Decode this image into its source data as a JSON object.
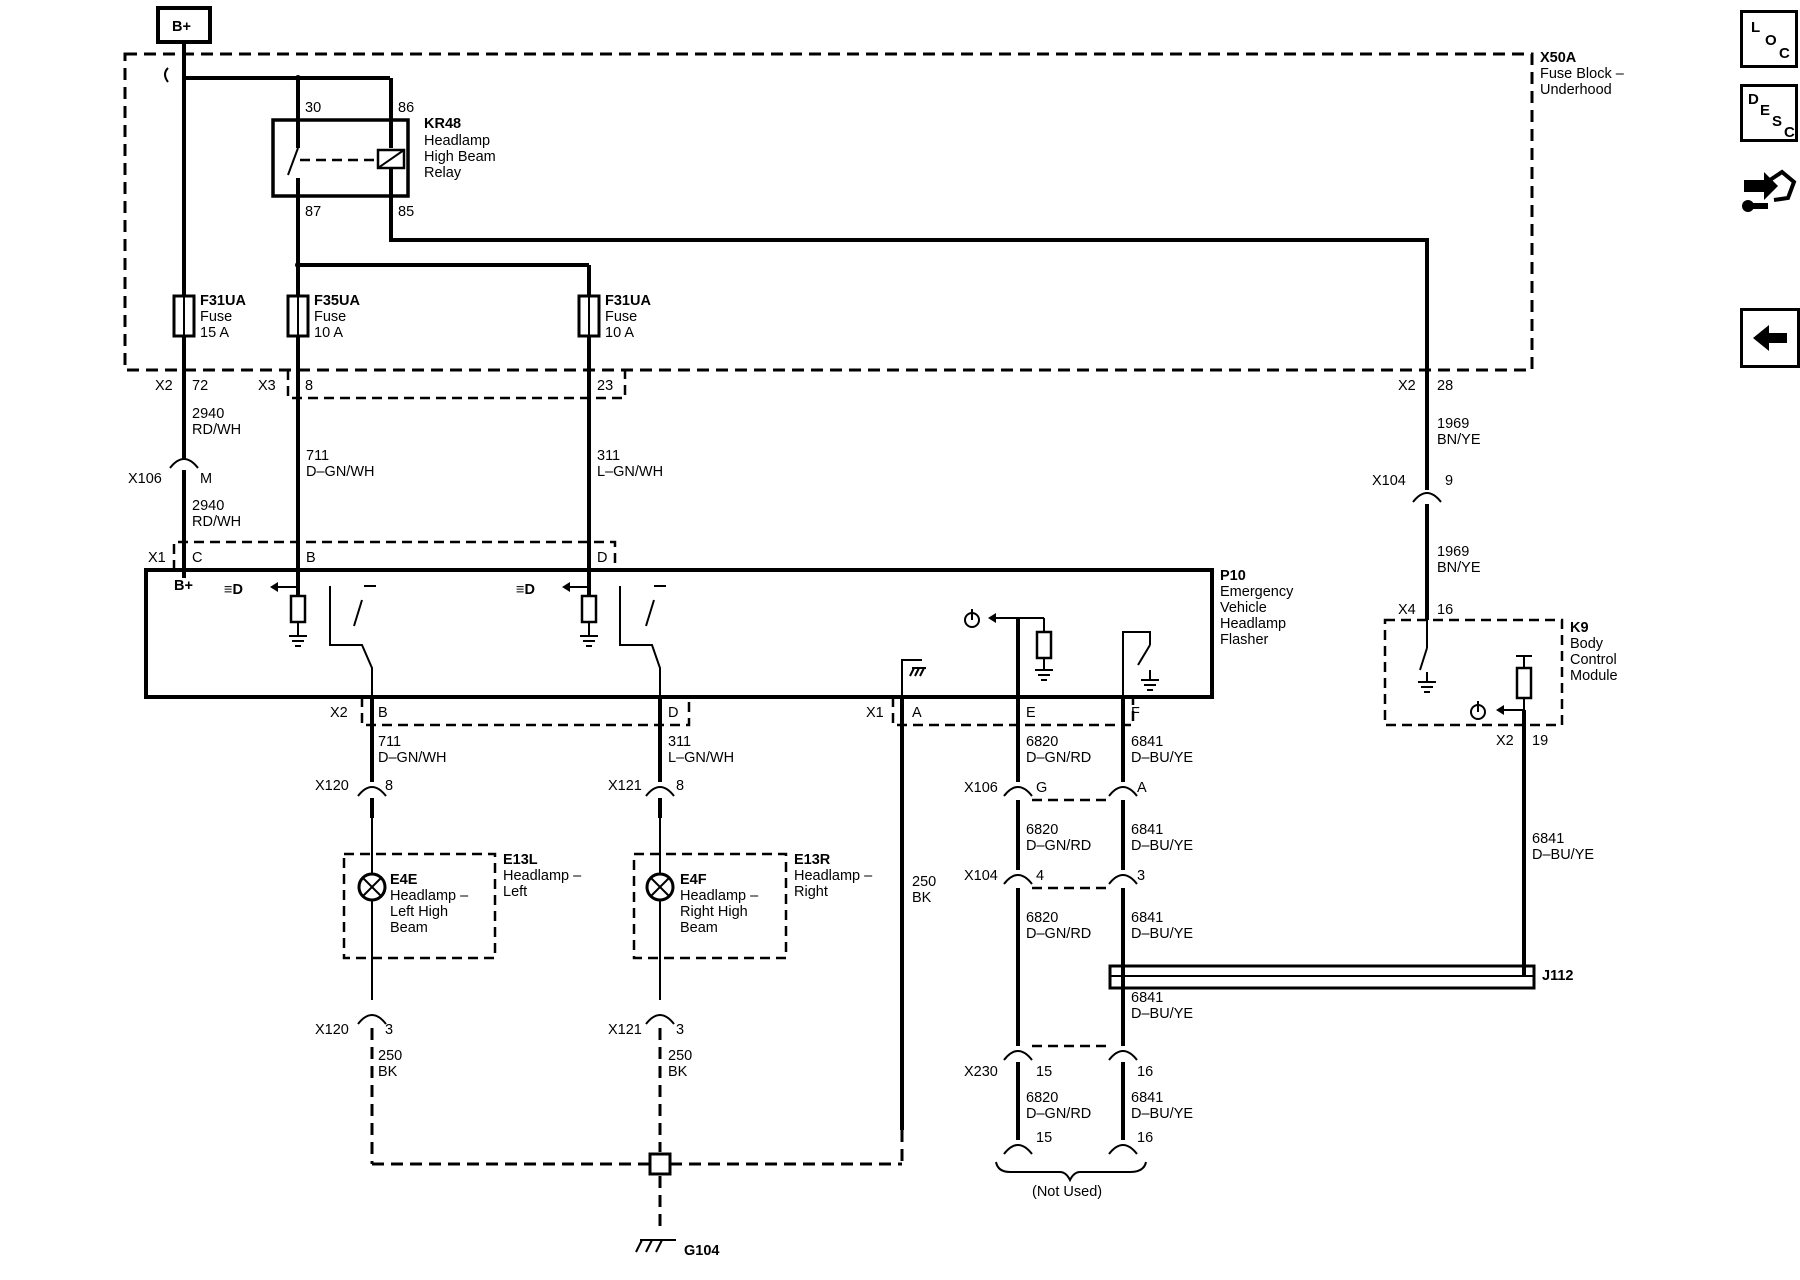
{
  "power": {
    "label": "B+"
  },
  "fuse_block": {
    "connector": "X50A",
    "name_line1": "Fuse Block –",
    "name_line2": "Underhood"
  },
  "relay": {
    "id": "KR48",
    "name_line1": "Headlamp",
    "name_line2": "High Beam",
    "name_line3": "Relay",
    "pins": {
      "p30": "30",
      "p86": "86",
      "p87": "87",
      "p85": "85"
    }
  },
  "fuses": [
    {
      "id": "F31UA",
      "type": "Fuse",
      "rating": "15 A"
    },
    {
      "id": "F35UA",
      "type": "Fuse",
      "rating": "10 A"
    },
    {
      "id": "F31UA",
      "type": "Fuse",
      "rating": "10 A"
    }
  ],
  "upper_connectors": {
    "x2": "X2",
    "x2_pin": "72",
    "x3": "X3",
    "x3_pin_a": "8",
    "x3_pin_b": "23",
    "x2_right": "X2",
    "x2_right_pin": "28",
    "x106": "X106",
    "x106_pin": "M",
    "x104": "X104",
    "x104_pin": "9",
    "x1": "X1",
    "x1_c": "C",
    "x1_b": "B",
    "x1_d": "D"
  },
  "wires": {
    "w2940_a": {
      "num": "2940",
      "color": "RD/WH"
    },
    "w2940_b": {
      "num": "2940",
      "color": "RD/WH"
    },
    "w711_top": {
      "num": "711",
      "color": "D–GN/WH"
    },
    "w311_top": {
      "num": "311",
      "color": "L–GN/WH"
    },
    "w1969_a": {
      "num": "1969",
      "color": "BN/YE"
    },
    "w1969_b": {
      "num": "1969",
      "color": "BN/YE"
    },
    "w711_bot": {
      "num": "711",
      "color": "D–GN/WH"
    },
    "w311_bot": {
      "num": "311",
      "color": "L–GN/WH"
    },
    "w6820_1": {
      "num": "6820",
      "color": "D–GN/RD"
    },
    "w6841_1": {
      "num": "6841",
      "color": "D–BU/YE"
    },
    "w6820_2": {
      "num": "6820",
      "color": "D–GN/RD"
    },
    "w6841_2": {
      "num": "6841",
      "color": "D–BU/YE"
    },
    "w6820_3": {
      "num": "6820",
      "color": "D–GN/RD"
    },
    "w6841_3": {
      "num": "6841",
      "color": "D–BU/YE"
    },
    "w6841_4": {
      "num": "6841",
      "color": "D–BU/YE"
    },
    "w6820_4": {
      "num": "6820",
      "color": "D–GN/RD"
    },
    "w6841_5": {
      "num": "6841",
      "color": "D–BU/YE"
    },
    "w6841_bcm": {
      "num": "6841",
      "color": "D–BU/YE"
    },
    "w250_l": {
      "num": "250",
      "color": "BK"
    },
    "w250_r": {
      "num": "250",
      "color": "BK"
    },
    "w250_mid": {
      "num": "250",
      "color": "BK"
    }
  },
  "flasher": {
    "id": "P10",
    "name_line1": "Emergency",
    "name_line2": "Vehicle",
    "name_line3": "Headlamp",
    "name_line4": "Flasher",
    "bplus": "B+"
  },
  "bcm": {
    "id": "K9",
    "name_line1": "Body",
    "name_line2": "Control",
    "name_line3": "Module",
    "x4": "X4",
    "x4_pin": "16",
    "x2": "X2",
    "x2_pin": "19"
  },
  "lower_connectors": {
    "x2": "X2",
    "x2_b": "B",
    "x2_d": "D",
    "x1": "X1",
    "x1_a": "A",
    "x1_e": "E",
    "x1_f": "F",
    "x120": "X120",
    "x120_pin": "8",
    "x121": "X121",
    "x121_pin": "8",
    "x106": "X106",
    "x106_g": "G",
    "x106_a": "A",
    "x104": "X104",
    "x104_4": "4",
    "x104_3": "3",
    "x120b": "X120",
    "x120b_pin": "3",
    "x121b": "X121",
    "x121b_pin": "3",
    "x230": "X230",
    "x230_15": "15",
    "x230_16": "16",
    "end_15": "15",
    "end_16": "16"
  },
  "lamps": [
    {
      "component": "E13L",
      "name_line1": "Headlamp –",
      "name_line2": "Left",
      "bulb": "E4E",
      "bulb_line1": "Headlamp –",
      "bulb_line2": "Left High",
      "bulb_line3": "Beam"
    },
    {
      "component": "E13R",
      "name_line1": "Headlamp –",
      "name_line2": "Right",
      "bulb": "E4F",
      "bulb_line1": "Headlamp –",
      "bulb_line2": "Right High",
      "bulb_line3": "Beam"
    }
  ],
  "splice": {
    "label": "J112"
  },
  "ground": {
    "label": "G104"
  },
  "not_used": "(Not Used)",
  "nav": {
    "loc_l": "L",
    "loc_o": "O",
    "loc_c": "C",
    "desc_d": "D",
    "desc_e": "E",
    "desc_s": "S",
    "desc_c": "C"
  }
}
